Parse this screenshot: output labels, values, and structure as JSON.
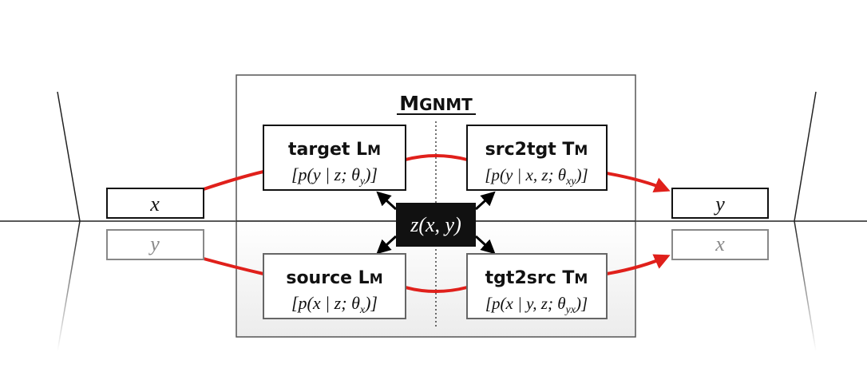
{
  "title": {
    "main": "M",
    "rest": "GNMT"
  },
  "latent": {
    "label": "z(x, y)"
  },
  "models": {
    "target_lm": {
      "name_big": "target L",
      "name_small": "M",
      "formula": "[p(y | z; θ",
      "sub": "y",
      "close": ")]"
    },
    "src2tgt_tm": {
      "name_big": "src2tgt T",
      "name_small": "M",
      "formula": "[p(y | x, z; θ",
      "sub": "xy",
      "close": ")]"
    },
    "source_lm": {
      "name_big": "source L",
      "name_small": "M",
      "formula": "[p(x | z; θ",
      "sub": "x",
      "close": ")]"
    },
    "tgt2src_tm": {
      "name_big": "tgt2src T",
      "name_small": "M",
      "formula": "[p(x | y, z; θ",
      "sub": "yx",
      "close": ")]"
    }
  },
  "io": {
    "top_input": "x",
    "top_output": "y",
    "bottom_input": "y",
    "bottom_output": "x"
  },
  "colors": {
    "arrow_red": "#e0201b",
    "frame": "#555555",
    "latent_bg": "#111111",
    "faded": "#888888"
  }
}
